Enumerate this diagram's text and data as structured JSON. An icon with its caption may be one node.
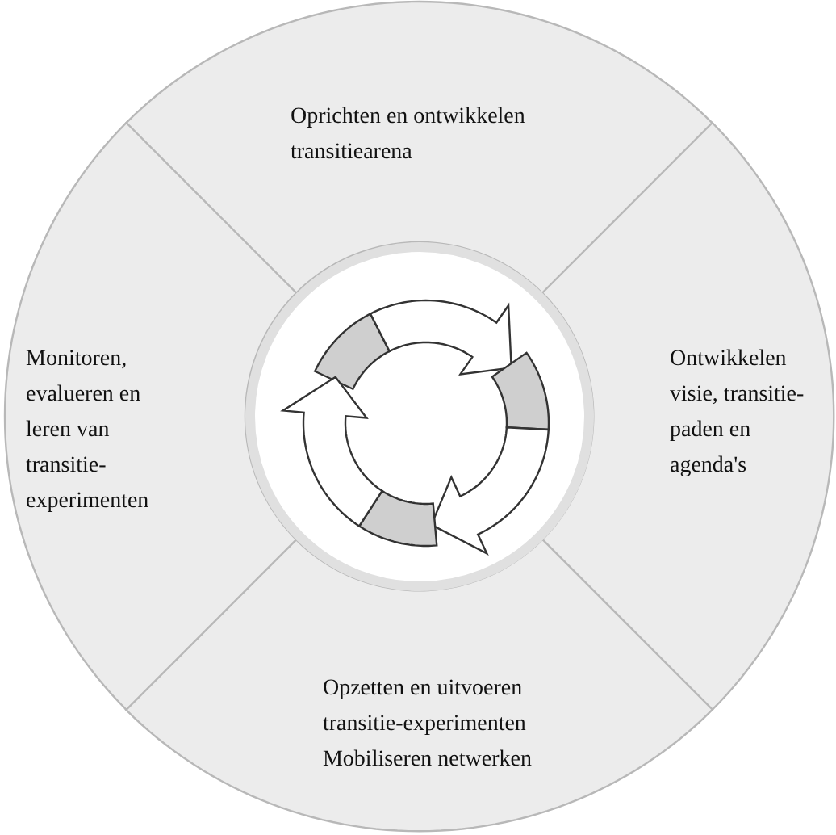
{
  "diagram": {
    "nodes": [
      {
        "text": [
          "Oprichten en ontwikkelen transitiearena"
        ]
      },
      {
        "text": [
          "Ontwikkelen visie, transitie-paden en agenda's"
        ]
      },
      {
        "text": [
          "Opzetten en uitvoeren transitie-experimenten",
          "Mobiliseren netwerken"
        ]
      },
      {
        "text": [
          "Monitoren, evalueren en leren van transitie-experimenten"
        ]
      }
    ]
  }
}
